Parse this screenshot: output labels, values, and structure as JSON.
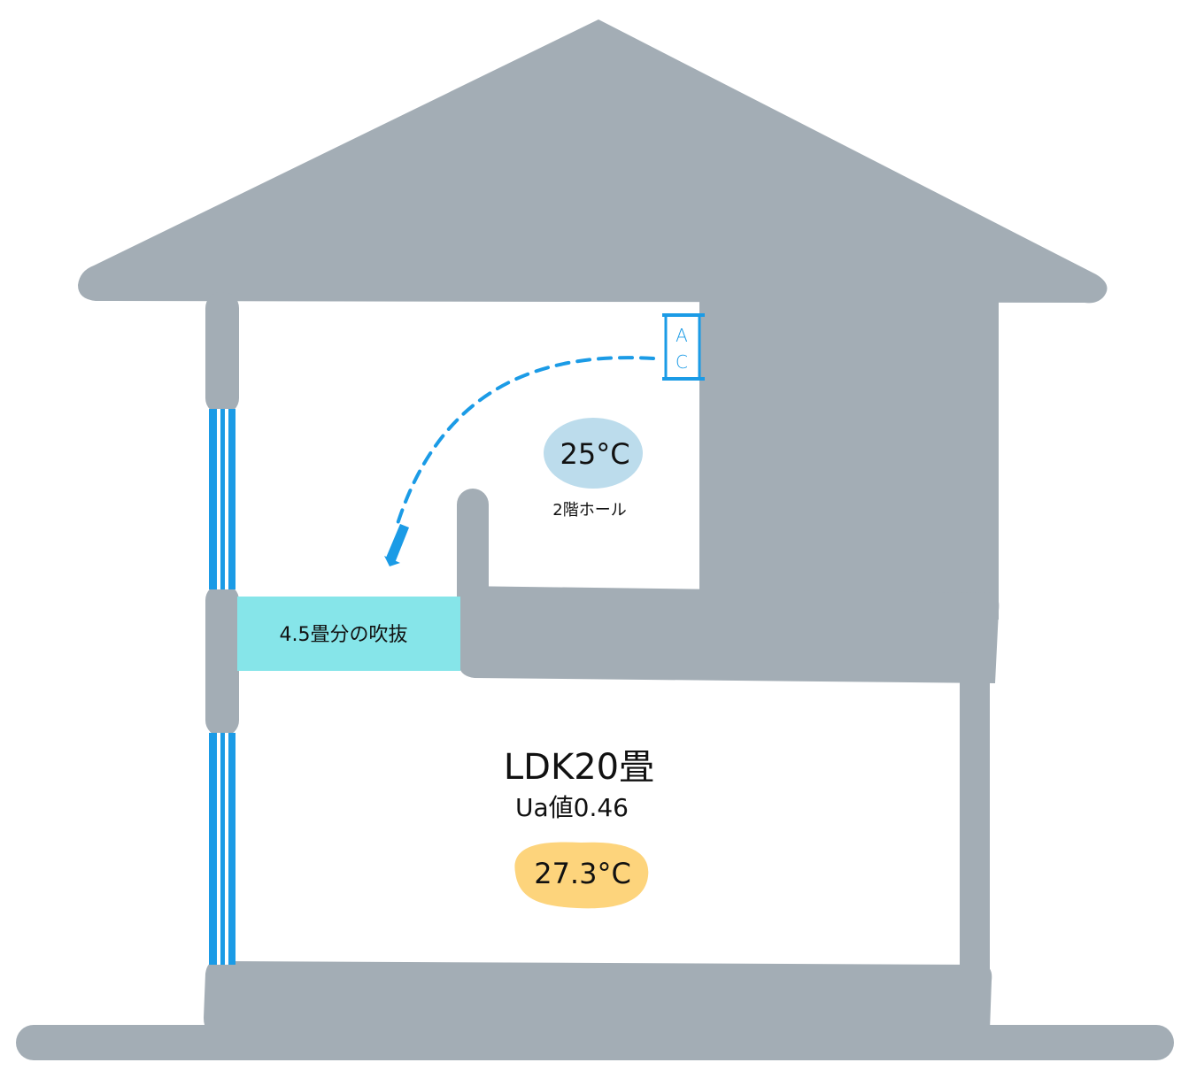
{
  "colors": {
    "structure": "#a3adb5",
    "window": "#1b9be6",
    "airflow": "#1b9be6",
    "ac_unit": "#1b9be6",
    "void_area": "#86e5e9",
    "upper_temp_badge": "#bcdcec",
    "lower_temp_badge": "#fdd47c",
    "background": "#ffffff"
  },
  "ac_unit": {
    "line1": "A",
    "line2": "C",
    "icon": "air-conditioner-icon"
  },
  "upper_floor": {
    "temperature": "25°C",
    "room_label": "2階ホール"
  },
  "void": {
    "label": "4.5畳分の吹抜"
  },
  "lower_floor": {
    "room_label": "LDK20畳",
    "ua_value": "Ua値0.46",
    "temperature": "27.3°C"
  }
}
